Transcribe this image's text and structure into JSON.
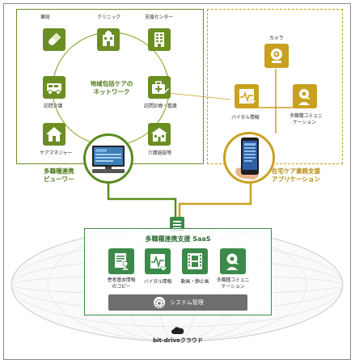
{
  "colors": {
    "green": "#6b8e23",
    "green_dark": "#4f7a1a",
    "saas_green": "#3c8a49",
    "gold": "#c9a020",
    "system_gray": "#6e6e6e",
    "frame_gray": "#8a8a8a"
  },
  "network": {
    "title_line1": "地域包括ケアの",
    "title_line2": "ネットワーク",
    "nodes": [
      {
        "label": "薬局",
        "icon": "pill-icon"
      },
      {
        "label": "クリニック",
        "icon": "clinic-building-icon"
      },
      {
        "label": "支援センター",
        "icon": "support-center-building-icon"
      },
      {
        "label": "訪問介護",
        "icon": "care-van-icon"
      },
      {
        "label": "訪問診療・看護",
        "icon": "medical-bag-icon"
      },
      {
        "label": "ケアマネジャー",
        "icon": "house-icon"
      },
      {
        "label": "介護施設等",
        "icon": "care-facility-icon"
      }
    ]
  },
  "home_care": {
    "camera_label": "カメラ",
    "camera_icon": "camera-icon",
    "vital_label": "バイタル情報",
    "vital_icon": "vital-heart-icon",
    "comm_label_line1": "多職種コミュニ",
    "comm_label_line2": "ケーション",
    "comm_icon": "speech-person-icon"
  },
  "viewer_label_line1": "多職種連携",
  "viewer_label_line2": "ビューワー",
  "app_label_line1": "在宅ケア業務支援",
  "app_label_line2": "アプリケーション",
  "saas": {
    "title": "多職種連携支援 SaaS",
    "modules": [
      {
        "label_line1": "患者基本情報",
        "label_line2": "のコピー",
        "icon": "patient-record-icon"
      },
      {
        "label_line1": "バイタル情報",
        "label_line2": "",
        "icon": "vital-heart-icon"
      },
      {
        "label_line1": "動画・静止画",
        "label_line2": "",
        "icon": "film-icon"
      },
      {
        "label_line1": "多職種コミュニ",
        "label_line2": "ケーション",
        "icon": "speech-person-icon"
      }
    ],
    "system_label": "システム管理",
    "system_icon": "gear-icon"
  },
  "cloud": {
    "label": "bit-driveクラウド",
    "icon": "cloud-icon"
  }
}
